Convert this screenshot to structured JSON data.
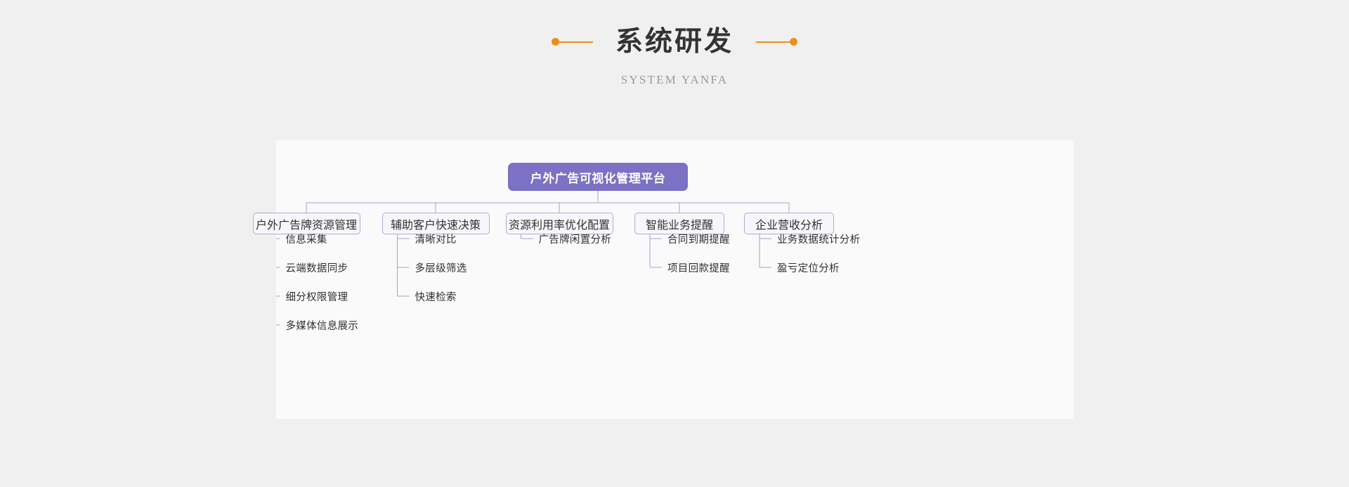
{
  "header": {
    "title": "系统研发",
    "subtitle": "SYSTEM YANFA",
    "accent_color": "#f28c18",
    "title_color": "#333333",
    "subtitle_color": "#9a9a9a"
  },
  "panel": {
    "background": "#fafafa",
    "page_background": "#f0f0f0"
  },
  "diagram": {
    "type": "tree",
    "root": {
      "label": "户外广告可视化管理平台",
      "fill": "#7c71c4",
      "text_color": "#ffffff"
    },
    "node_style": {
      "fill": "#f7f6fb",
      "border": "#b3a9d6",
      "text_color": "#303030",
      "connector": "#a99fd0"
    },
    "branches": [
      {
        "label": "户外广告牌资源管理",
        "children": [
          "信息采集",
          "云端数据同步",
          "细分权限管理",
          "多媒体信息展示"
        ]
      },
      {
        "label": "辅助客户快速决策",
        "children": [
          "清晰对比",
          "多层级筛选",
          "快速检索"
        ]
      },
      {
        "label": "资源利用率优化配置",
        "children": [
          "广告牌闲置分析"
        ]
      },
      {
        "label": "智能业务提醒",
        "children": [
          "合同到期提醒",
          "项目回款提醒"
        ]
      },
      {
        "label": "企业营收分析",
        "children": [
          "业务数据统计分析",
          "盈亏定位分析"
        ]
      }
    ]
  }
}
